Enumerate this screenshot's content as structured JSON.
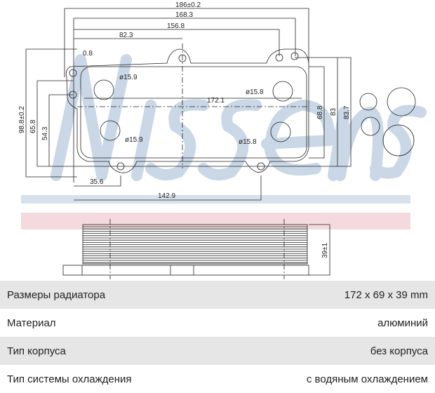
{
  "brand_logo": "Nissens",
  "drawing": {
    "dims": {
      "d186": "186±0.2",
      "d168": "168.3",
      "d156": "156.8",
      "d82": "82.3",
      "d08": "0.8",
      "d172": "172.1",
      "d98": "98.8±0.2",
      "d65": "65.8",
      "d54": "54.3",
      "d68": "68.8",
      "d83": "83",
      "d837": "83.7",
      "d35": "35.6",
      "d142": "142.9",
      "d39": "39±1",
      "h1": "ø15.9",
      "h2": "ø15.8",
      "h3": "ø15.9",
      "h4": "ø15.8"
    }
  },
  "colors": {
    "watermark": "#c9d7e6",
    "blue_bar": "#d6e1ec",
    "pink_bar": "#f4dade",
    "row_gray": "#e6e6e6"
  },
  "specs": [
    {
      "label": "Размеры радиатора",
      "value": "172 x 69 x 39 mm"
    },
    {
      "label": "Материал",
      "value": "алюминий"
    },
    {
      "label": "Тип корпуса",
      "value": "без корпуса"
    },
    {
      "label": "Тип системы охлаждения",
      "value": "с водяным охлаждением"
    }
  ]
}
